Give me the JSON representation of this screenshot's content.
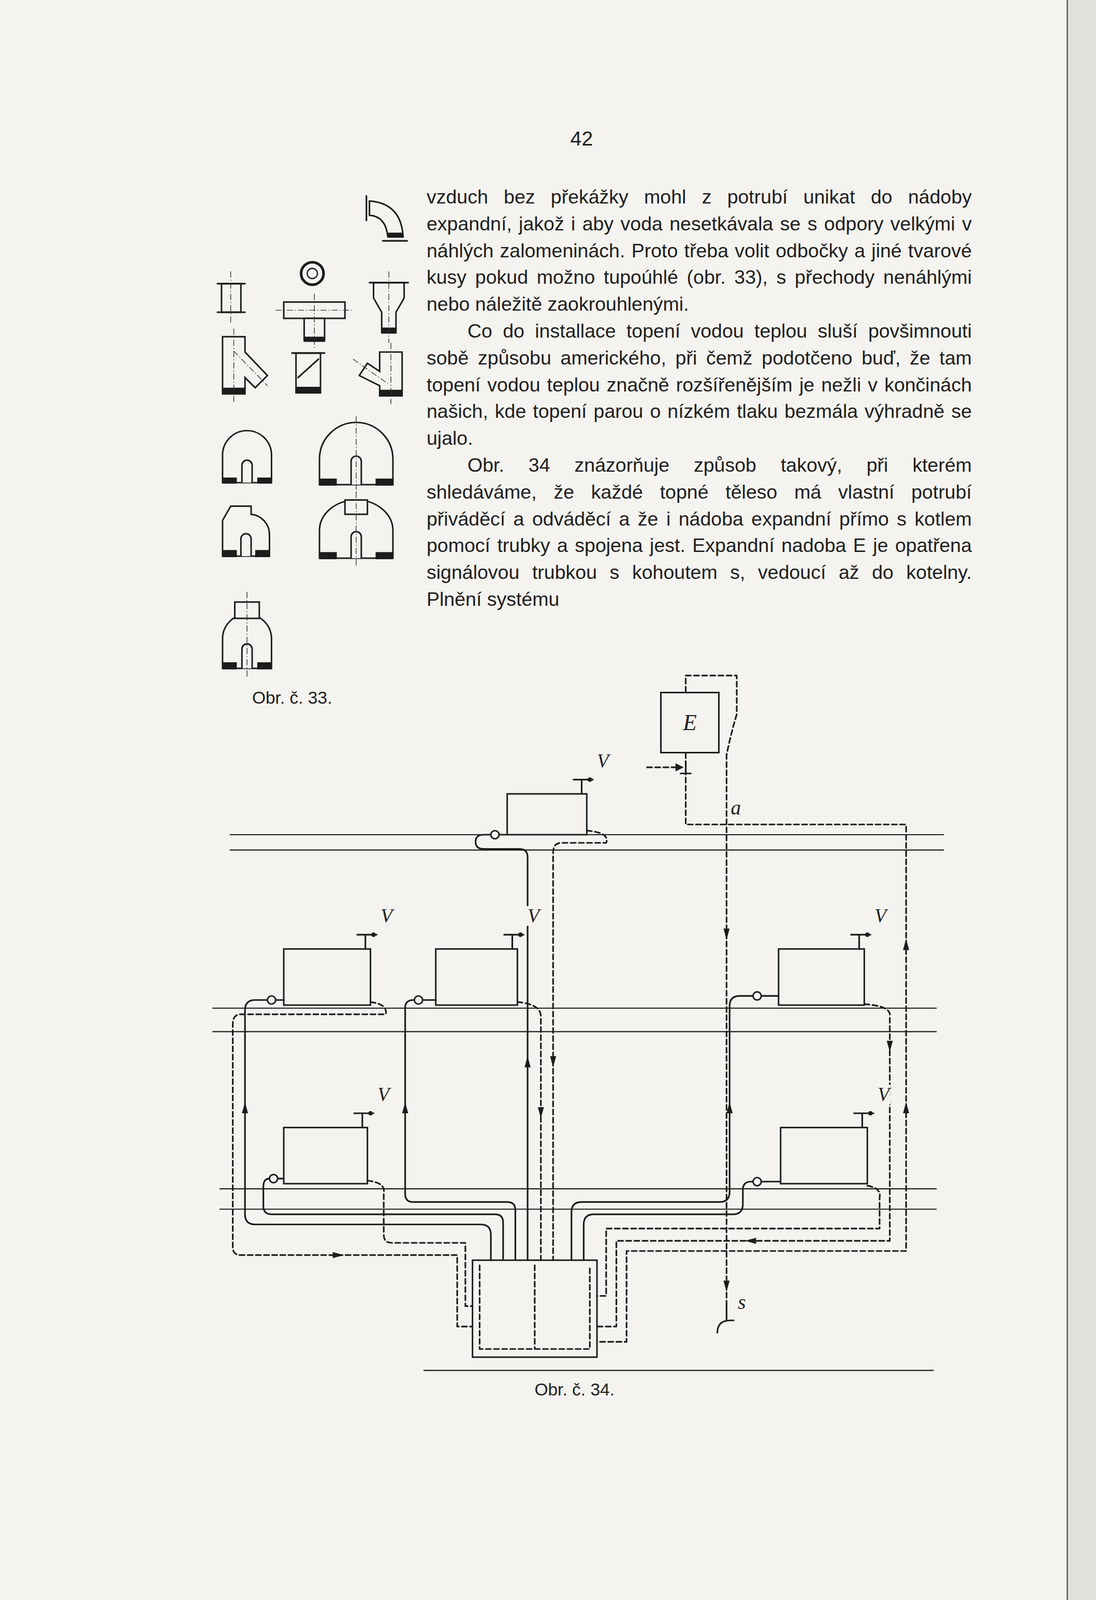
{
  "diagram": {
    "nodes": [
      {
        "text": [
          "E"
        ]
      }
    ],
    "labels": [
      "42",
      "vzduch bez překážky mohl z potrubí unikat do nádoby expandní, jakož i aby voda nesetkávala se s odpory velkými v náhlých zalomeninách. Proto třeba volit odbočky a jiné tvarové kusy pokud možno tupoúhlé (obr. 33), s přechody nenáhlými nebo náležitě zaokrouhlenými.",
      "Co do installace topení vodou teplou sluší povšimnouti sobě způsobu amerického, při čemž podotčeno buď, že tam topení vodou teplou značně rozšířenějším je nežli v končinách našich, kde topení parou o nízkém tlaku bezmála výhradně se ujalo.",
      "Obr. 34 znázorňuje způsob takový, při kterém shledáváme, že každé topné těleso má vlastní potrubí přiváděcí a odváděcí a že i nádoba expandní přímo s kotlem pomocí trubky a spojena jest. Expandní nadoba E je opatřena signálovou trubkou s kohoutem s, vedoucí až do kotelny. Plnění systému",
      "Obr. č. 33.",
      "V",
      "V",
      "V",
      "V",
      "V",
      "V",
      "a",
      "s",
      "Obr. č. 34."
    ]
  }
}
